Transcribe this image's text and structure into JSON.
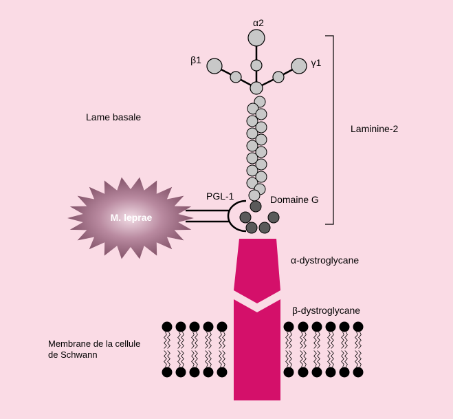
{
  "labels": {
    "alpha2": "α2",
    "beta1": "β1",
    "gamma1": "γ1",
    "lame_basale": "Lame basale",
    "laminine": "Laminine-2",
    "pgl": "PGL-1",
    "domaine_g": "Domaine G",
    "m_leprae": "M. leprae",
    "alpha_dg": "α-dystroglycane",
    "beta_dg": "β-dystroglycane",
    "membrane_line1": "Membrane de la cellule",
    "membrane_line2": "de Schwann"
  },
  "colors": {
    "background": "#fadbe5",
    "laminin_bead": "#c8c8c8",
    "domain_g_bead": "#5a5a5a",
    "dystroglycan": "#d4106a",
    "bacterium": "#8e5a72",
    "lipid_head": "#000000"
  }
}
